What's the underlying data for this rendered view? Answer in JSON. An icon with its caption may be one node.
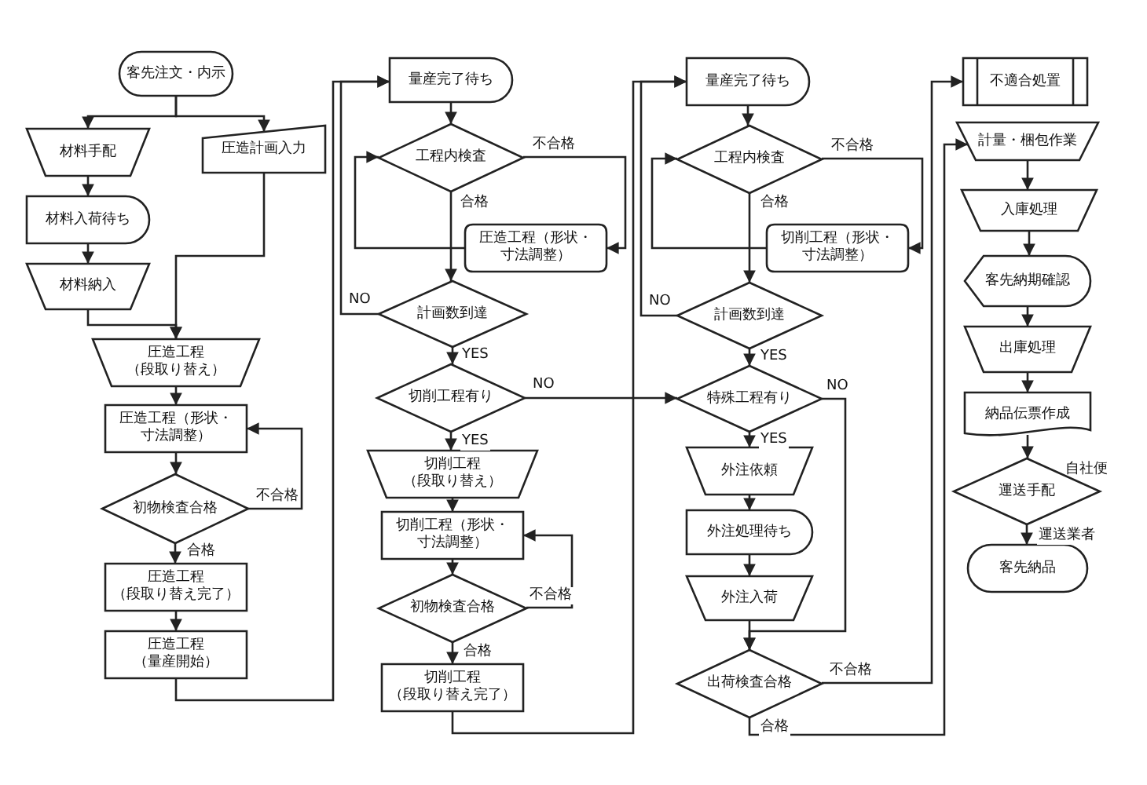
{
  "diagram": {
    "nodes": [
      {
        "text": [
          "客先注文・内示"
        ]
      },
      {
        "text": [
          "材料手配"
        ]
      },
      {
        "text": [
          "圧造計画入力"
        ]
      },
      {
        "text": [
          "材料入荷待ち"
        ]
      },
      {
        "text": [
          "材料納入"
        ]
      },
      {
        "text": [
          "圧造工程（段取り替え）"
        ]
      },
      {
        "text": [
          "圧造工程（形状・寸法調整）"
        ]
      },
      {
        "text": [
          "初物検査合格"
        ]
      },
      {
        "text": [
          "圧造工程（段取り替え完了）"
        ]
      },
      {
        "text": [
          "圧造工程（量産開始）"
        ]
      },
      {
        "text": [
          "量産完了待ち"
        ]
      },
      {
        "text": [
          "工程内検査"
        ]
      },
      {
        "text": [
          "圧造工程（形状・寸法調整）"
        ]
      },
      {
        "text": [
          "計画数到達"
        ]
      },
      {
        "text": [
          "切削工程有り"
        ]
      },
      {
        "text": [
          "切削工程（段取り替え）"
        ]
      },
      {
        "text": [
          "切削工程（形状・寸法調整）"
        ]
      },
      {
        "text": [
          "初物検査合格"
        ]
      },
      {
        "text": [
          "切削工程（段取り替え完了）"
        ]
      },
      {
        "text": [
          "量産完了待ち"
        ]
      },
      {
        "text": [
          "工程内検査"
        ]
      },
      {
        "text": [
          "切削工程（形状・寸法調整）"
        ]
      },
      {
        "text": [
          "計画数到達"
        ]
      },
      {
        "text": [
          "特殊工程有り"
        ]
      },
      {
        "text": [
          "外注依頼"
        ]
      },
      {
        "text": [
          "外注処理待ち"
        ]
      },
      {
        "text": [
          "外注入荷"
        ]
      },
      {
        "text": [
          "出荷検査合格"
        ]
      },
      {
        "text": [
          "不適合処置"
        ]
      },
      {
        "text": [
          "計量・梱包作業"
        ]
      },
      {
        "text": [
          "入庫処理"
        ]
      },
      {
        "text": [
          "客先納期確認"
        ]
      },
      {
        "text": [
          "出庫処理"
        ]
      },
      {
        "text": [
          "納品伝票作成"
        ]
      },
      {
        "text": [
          "運送手配"
        ]
      },
      {
        "text": [
          "客先納品"
        ]
      }
    ],
    "edges": [
      {
        "from": 0,
        "to": 1,
        "arrow": "to"
      },
      {
        "from": 0,
        "to": 2,
        "arrow": "to"
      },
      {
        "from": 1,
        "to": 3,
        "arrow": "to"
      },
      {
        "from": 3,
        "to": 4,
        "arrow": "to"
      },
      {
        "from": 4,
        "to": 5,
        "arrow": "to"
      },
      {
        "from": 2,
        "to": 5,
        "arrow": "to"
      },
      {
        "from": 5,
        "to": 6,
        "arrow": "to"
      },
      {
        "from": 6,
        "to": 7,
        "arrow": "to"
      },
      {
        "from": 7,
        "to": 6,
        "arrow": "to",
        "label": "不合格"
      },
      {
        "from": 7,
        "to": 8,
        "arrow": "to",
        "label": "合格"
      },
      {
        "from": 8,
        "to": 9,
        "arrow": "to"
      },
      {
        "from": 9,
        "to": 10,
        "arrow": "to"
      },
      {
        "from": 10,
        "to": 11,
        "arrow": "to"
      },
      {
        "from": 11,
        "to": 12,
        "arrow": "to",
        "label": "不合格"
      },
      {
        "from": 12,
        "to": 11,
        "arrow": "to"
      },
      {
        "from": 11,
        "to": 13,
        "arrow": "to",
        "label": "合格"
      },
      {
        "from": 13,
        "to": 10,
        "arrow": "to",
        "label": "NO"
      },
      {
        "from": 13,
        "to": 14,
        "arrow": "to",
        "label": "YES"
      },
      {
        "from": 14,
        "to": 23,
        "arrow": "to",
        "label": "NO"
      },
      {
        "from": 14,
        "to": 15,
        "arrow": "to",
        "label": "YES"
      },
      {
        "from": 15,
        "to": 16,
        "arrow": "to"
      },
      {
        "from": 16,
        "to": 17,
        "arrow": "to"
      },
      {
        "from": 17,
        "to": 16,
        "arrow": "to",
        "label": "不合格"
      },
      {
        "from": 17,
        "to": 18,
        "arrow": "to",
        "label": "合格"
      },
      {
        "from": 18,
        "to": 19,
        "arrow": "to"
      },
      {
        "from": 19,
        "to": 20,
        "arrow": "to"
      },
      {
        "from": 20,
        "to": 21,
        "arrow": "to",
        "label": "不合格"
      },
      {
        "from": 21,
        "to": 20,
        "arrow": "to"
      },
      {
        "from": 20,
        "to": 22,
        "arrow": "to",
        "label": "合格"
      },
      {
        "from": 22,
        "to": 19,
        "arrow": "to",
        "label": "NO"
      },
      {
        "from": 22,
        "to": 23,
        "arrow": "to",
        "label": "YES"
      },
      {
        "from": 23,
        "to": 24,
        "arrow": "to",
        "label": "YES"
      },
      {
        "from": 23,
        "to": 27,
        "arrow": "to",
        "label": "NO"
      },
      {
        "from": 24,
        "to": 25,
        "arrow": "to"
      },
      {
        "from": 25,
        "to": 26,
        "arrow": "to"
      },
      {
        "from": 26,
        "to": 27,
        "arrow": "to"
      },
      {
        "from": 27,
        "to": 28,
        "arrow": "to",
        "label": "不合格"
      },
      {
        "from": 27,
        "to": 29,
        "arrow": "to",
        "label": "合格"
      },
      {
        "from": 29,
        "to": 30,
        "arrow": "to"
      },
      {
        "from": 30,
        "to": 31,
        "arrow": "to"
      },
      {
        "from": 31,
        "to": 32,
        "arrow": "to"
      },
      {
        "from": 32,
        "to": 33,
        "arrow": "to"
      },
      {
        "from": 33,
        "to": 34,
        "arrow": "to"
      },
      {
        "from": 34,
        "to": 35,
        "arrow": "to",
        "label": "運送業者"
      }
    ],
    "labels": [
      "自社便"
    ]
  }
}
